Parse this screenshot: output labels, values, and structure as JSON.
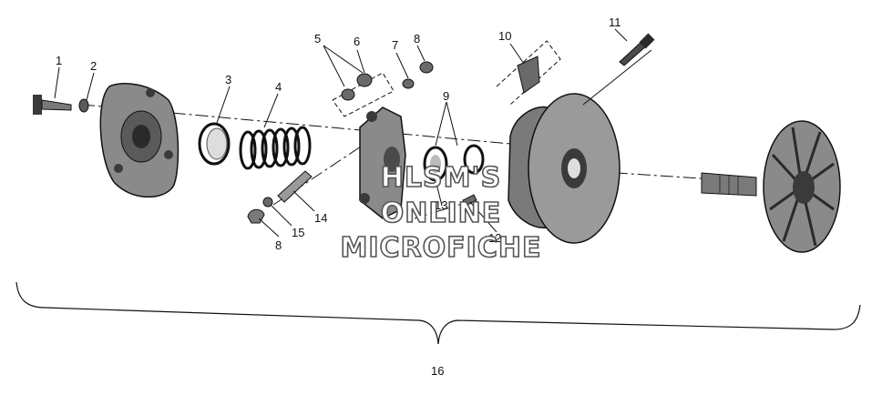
{
  "diagram": {
    "callouts": [
      {
        "id": "c1",
        "text": "1"
      },
      {
        "id": "c2",
        "text": "2"
      },
      {
        "id": "c3",
        "text": "3"
      },
      {
        "id": "c4",
        "text": "4"
      },
      {
        "id": "c5",
        "text": "5"
      },
      {
        "id": "c6",
        "text": "6"
      },
      {
        "id": "c7",
        "text": "7"
      },
      {
        "id": "c8a",
        "text": "8"
      },
      {
        "id": "c8b",
        "text": "8"
      },
      {
        "id": "c9",
        "text": "9"
      },
      {
        "id": "c10",
        "text": "10"
      },
      {
        "id": "c11",
        "text": "11"
      },
      {
        "id": "c12",
        "text": "12"
      },
      {
        "id": "c13",
        "text": "13"
      },
      {
        "id": "c14",
        "text": "14"
      },
      {
        "id": "c15",
        "text": "15"
      },
      {
        "id": "c16",
        "text": "16"
      }
    ],
    "watermark": {
      "line1": "HLSM'S",
      "line2": "ONLINE",
      "line3": "MICROFICHE"
    },
    "colors": {
      "ink": "#111111",
      "part_fill": "#8a8a8a",
      "part_dark": "#3a3a3a",
      "background": "#ffffff"
    }
  }
}
